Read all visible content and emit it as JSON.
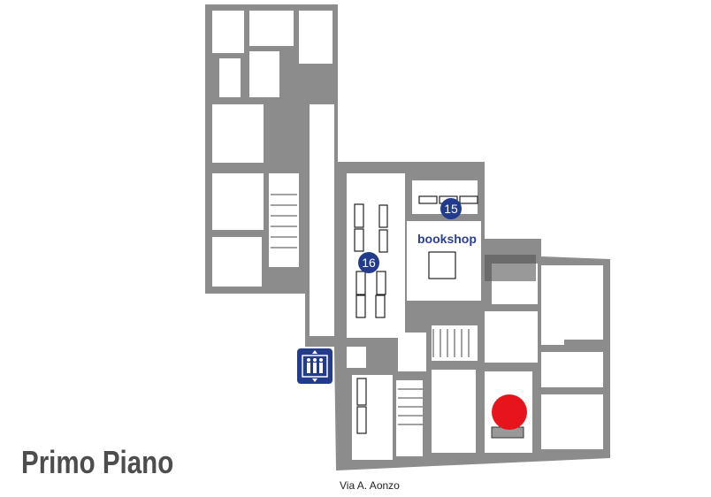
{
  "map": {
    "title": "Primo Piano",
    "street_label": "Via A. Aonzo",
    "room_labels": {
      "bookshop": "bookshop"
    },
    "markers": [
      {
        "number": "15"
      },
      {
        "number": "16"
      }
    ],
    "icons": [
      "elevator-icon",
      "current-location-dot"
    ],
    "colors": {
      "wall": "#8c8c8c",
      "marker": "#233b8c",
      "location": "#e8141b"
    }
  }
}
